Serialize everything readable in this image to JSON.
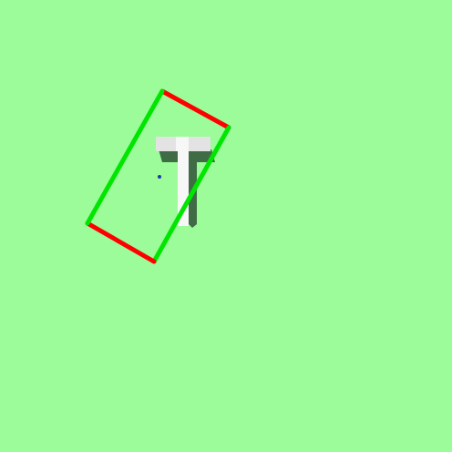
{
  "colors": {
    "background": "#9cfc9a",
    "long_edge": "#00e600",
    "short_edge": "#ff0000",
    "letter_face_light": "#f7f7f7",
    "letter_face_mid": "#e3e3e3",
    "letter_shadow_dark": "#3f6b45",
    "letter_shadow_gray": "#9aa39a",
    "center_marker": "#1a3aa8"
  },
  "letter": {
    "character": "T",
    "style": "3d-block"
  },
  "frame": {
    "shape": "rotated-rectangle",
    "long_edge_color_name": "green",
    "short_edge_color_name": "red"
  },
  "marker": {
    "shape": "dot"
  }
}
